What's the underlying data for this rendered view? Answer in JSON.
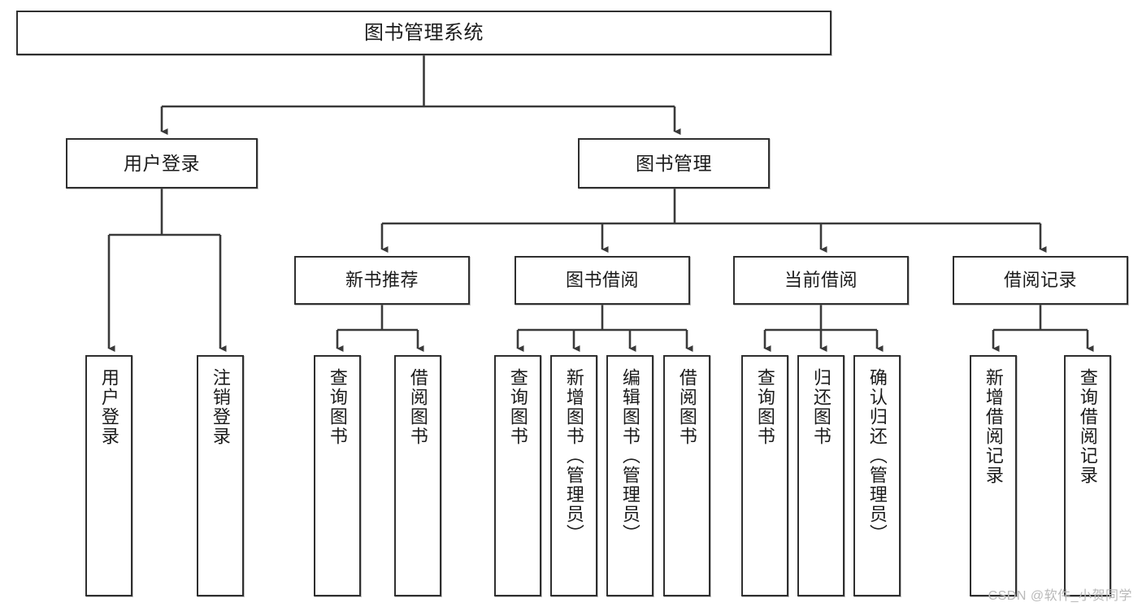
{
  "diagram": {
    "title": "图书管理系统",
    "type": "tree",
    "watermark": "CSDN @软件_小贺同学",
    "colors": {
      "box_border": "#2f2f2f",
      "box_fill": "#ffffff",
      "connector": "#3a3a3a",
      "text": "#1b1b1b",
      "watermark": "#b9b9b9"
    },
    "root": {
      "label": "图书管理系统"
    },
    "level1": [
      {
        "label": "用户登录"
      },
      {
        "label": "图书管理"
      }
    ],
    "level2": [
      {
        "label": "新书推荐"
      },
      {
        "label": "图书借阅"
      },
      {
        "label": "当前借阅"
      },
      {
        "label": "借阅记录"
      }
    ],
    "leaves": [
      {
        "label": "用户登录"
      },
      {
        "label": "注销登录"
      },
      {
        "label": "查询图书"
      },
      {
        "label": "借阅图书"
      },
      {
        "label": "查询图书"
      },
      {
        "label": "新增图书（管理员）"
      },
      {
        "label": "编辑图书（管理员）"
      },
      {
        "label": "借阅图书"
      },
      {
        "label": "查询图书"
      },
      {
        "label": "归还图书"
      },
      {
        "label": "确认归还（管理员）"
      },
      {
        "label": "新增借阅记录"
      },
      {
        "label": "查询借阅记录"
      }
    ],
    "groups": [
      {
        "parent": "用户登录",
        "children": [
          "用户登录",
          "注销登录"
        ]
      },
      {
        "parent": "新书推荐",
        "children": [
          "查询图书",
          "借阅图书"
        ]
      },
      {
        "parent": "图书借阅",
        "children": [
          "查询图书",
          "新增图书（管理员）",
          "编辑图书（管理员）",
          "借阅图书"
        ]
      },
      {
        "parent": "当前借阅",
        "children": [
          "查询图书",
          "归还图书",
          "确认归还（管理员）"
        ]
      },
      {
        "parent": "借阅记录",
        "children": [
          "新增借阅记录",
          "查询借阅记录"
        ]
      },
      {
        "parent": "图书管理系统",
        "children": [
          "用户登录",
          "图书管理"
        ]
      },
      {
        "parent": "图书管理",
        "children": [
          "新书推荐",
          "图书借阅",
          "当前借阅",
          "借阅记录"
        ]
      }
    ]
  }
}
